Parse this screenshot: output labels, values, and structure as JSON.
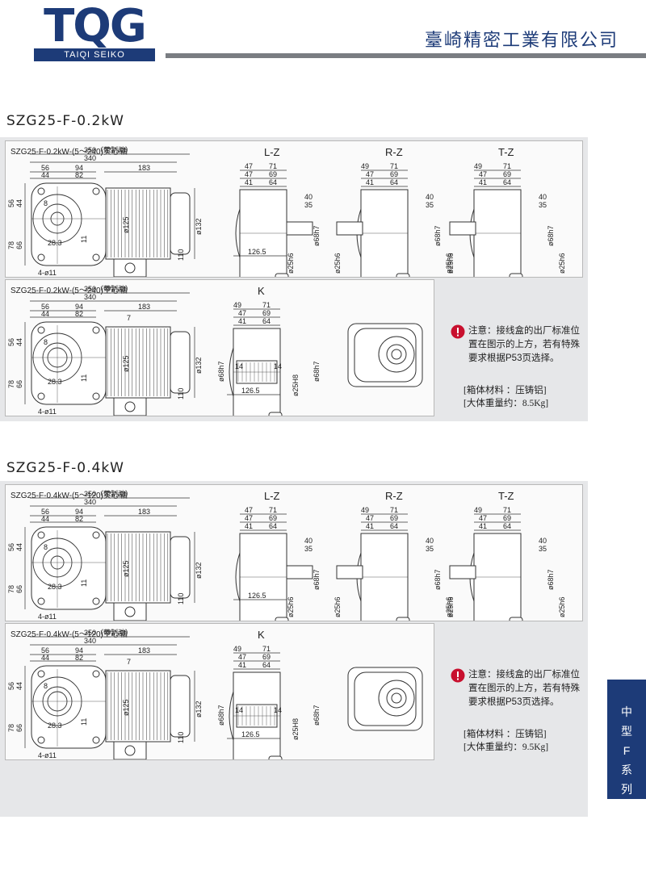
{
  "header": {
    "logo_text": "TQG",
    "logo_sub": "TAIQI SEIKO",
    "company": "臺崎精密工業有限公司"
  },
  "sections": [
    {
      "title": "SZG25-F-0.2kW",
      "solid_label": "SZG25-F-0.2kW-(5～240)实心轴",
      "hollow_label": "SZG25-F-0.2kW-(5～240)空心轴",
      "note": "注意：接线盒的出厂标准位置在图示的上方，若有特殊要求根据P53页选择。",
      "material": "[箱体材料 ：压铸铝]",
      "weight": "[大体重量约：8.5Kg]"
    },
    {
      "title": "SZG25-F-0.4kW",
      "solid_label": "SZG25-F-0.4kW-(5～120)实心轴",
      "hollow_label": "SZG25-F-0.4kW-(5～120)空心轴",
      "note": "注意：接线盒的出厂标准位置在图示的上方，若有特殊要求根据P53页选择。",
      "material": "[箱体材料 ：压铸铝]",
      "weight": "[大体重量约：9.5Kg]"
    }
  ],
  "views": {
    "lz": "L-Z",
    "rz": "R-Z",
    "tz": "T-Z",
    "k": "K"
  },
  "dims": {
    "d350": "350（带制动）",
    "d340": "340",
    "d183": "183",
    "d56": "56",
    "d44": "44",
    "d94": "94",
    "d82": "82",
    "d8": "8",
    "d7": "7",
    "d78": "78",
    "d66": "66",
    "d28_3": "28.3",
    "d11": "11",
    "d4_11": "4-ø11",
    "d125": "ø125",
    "d132": "ø132",
    "d110": "110",
    "d71": "71",
    "d47": "47",
    "d69": "69",
    "d41": "41",
    "d64": "64",
    "d49": "49",
    "d40": "40",
    "d35": "35",
    "d126_5": "126.5",
    "d68h7": "ø68h7",
    "d25h6": "ø25h6",
    "d14": "14",
    "d25h8": "ø25H8"
  },
  "side_tab": [
    "中",
    "型",
    "F",
    "系",
    "列"
  ],
  "colors": {
    "brand": "#1d3b78",
    "warning": "#c8102e",
    "band": "#e6e7e9",
    "rule": "#7a7d82"
  }
}
